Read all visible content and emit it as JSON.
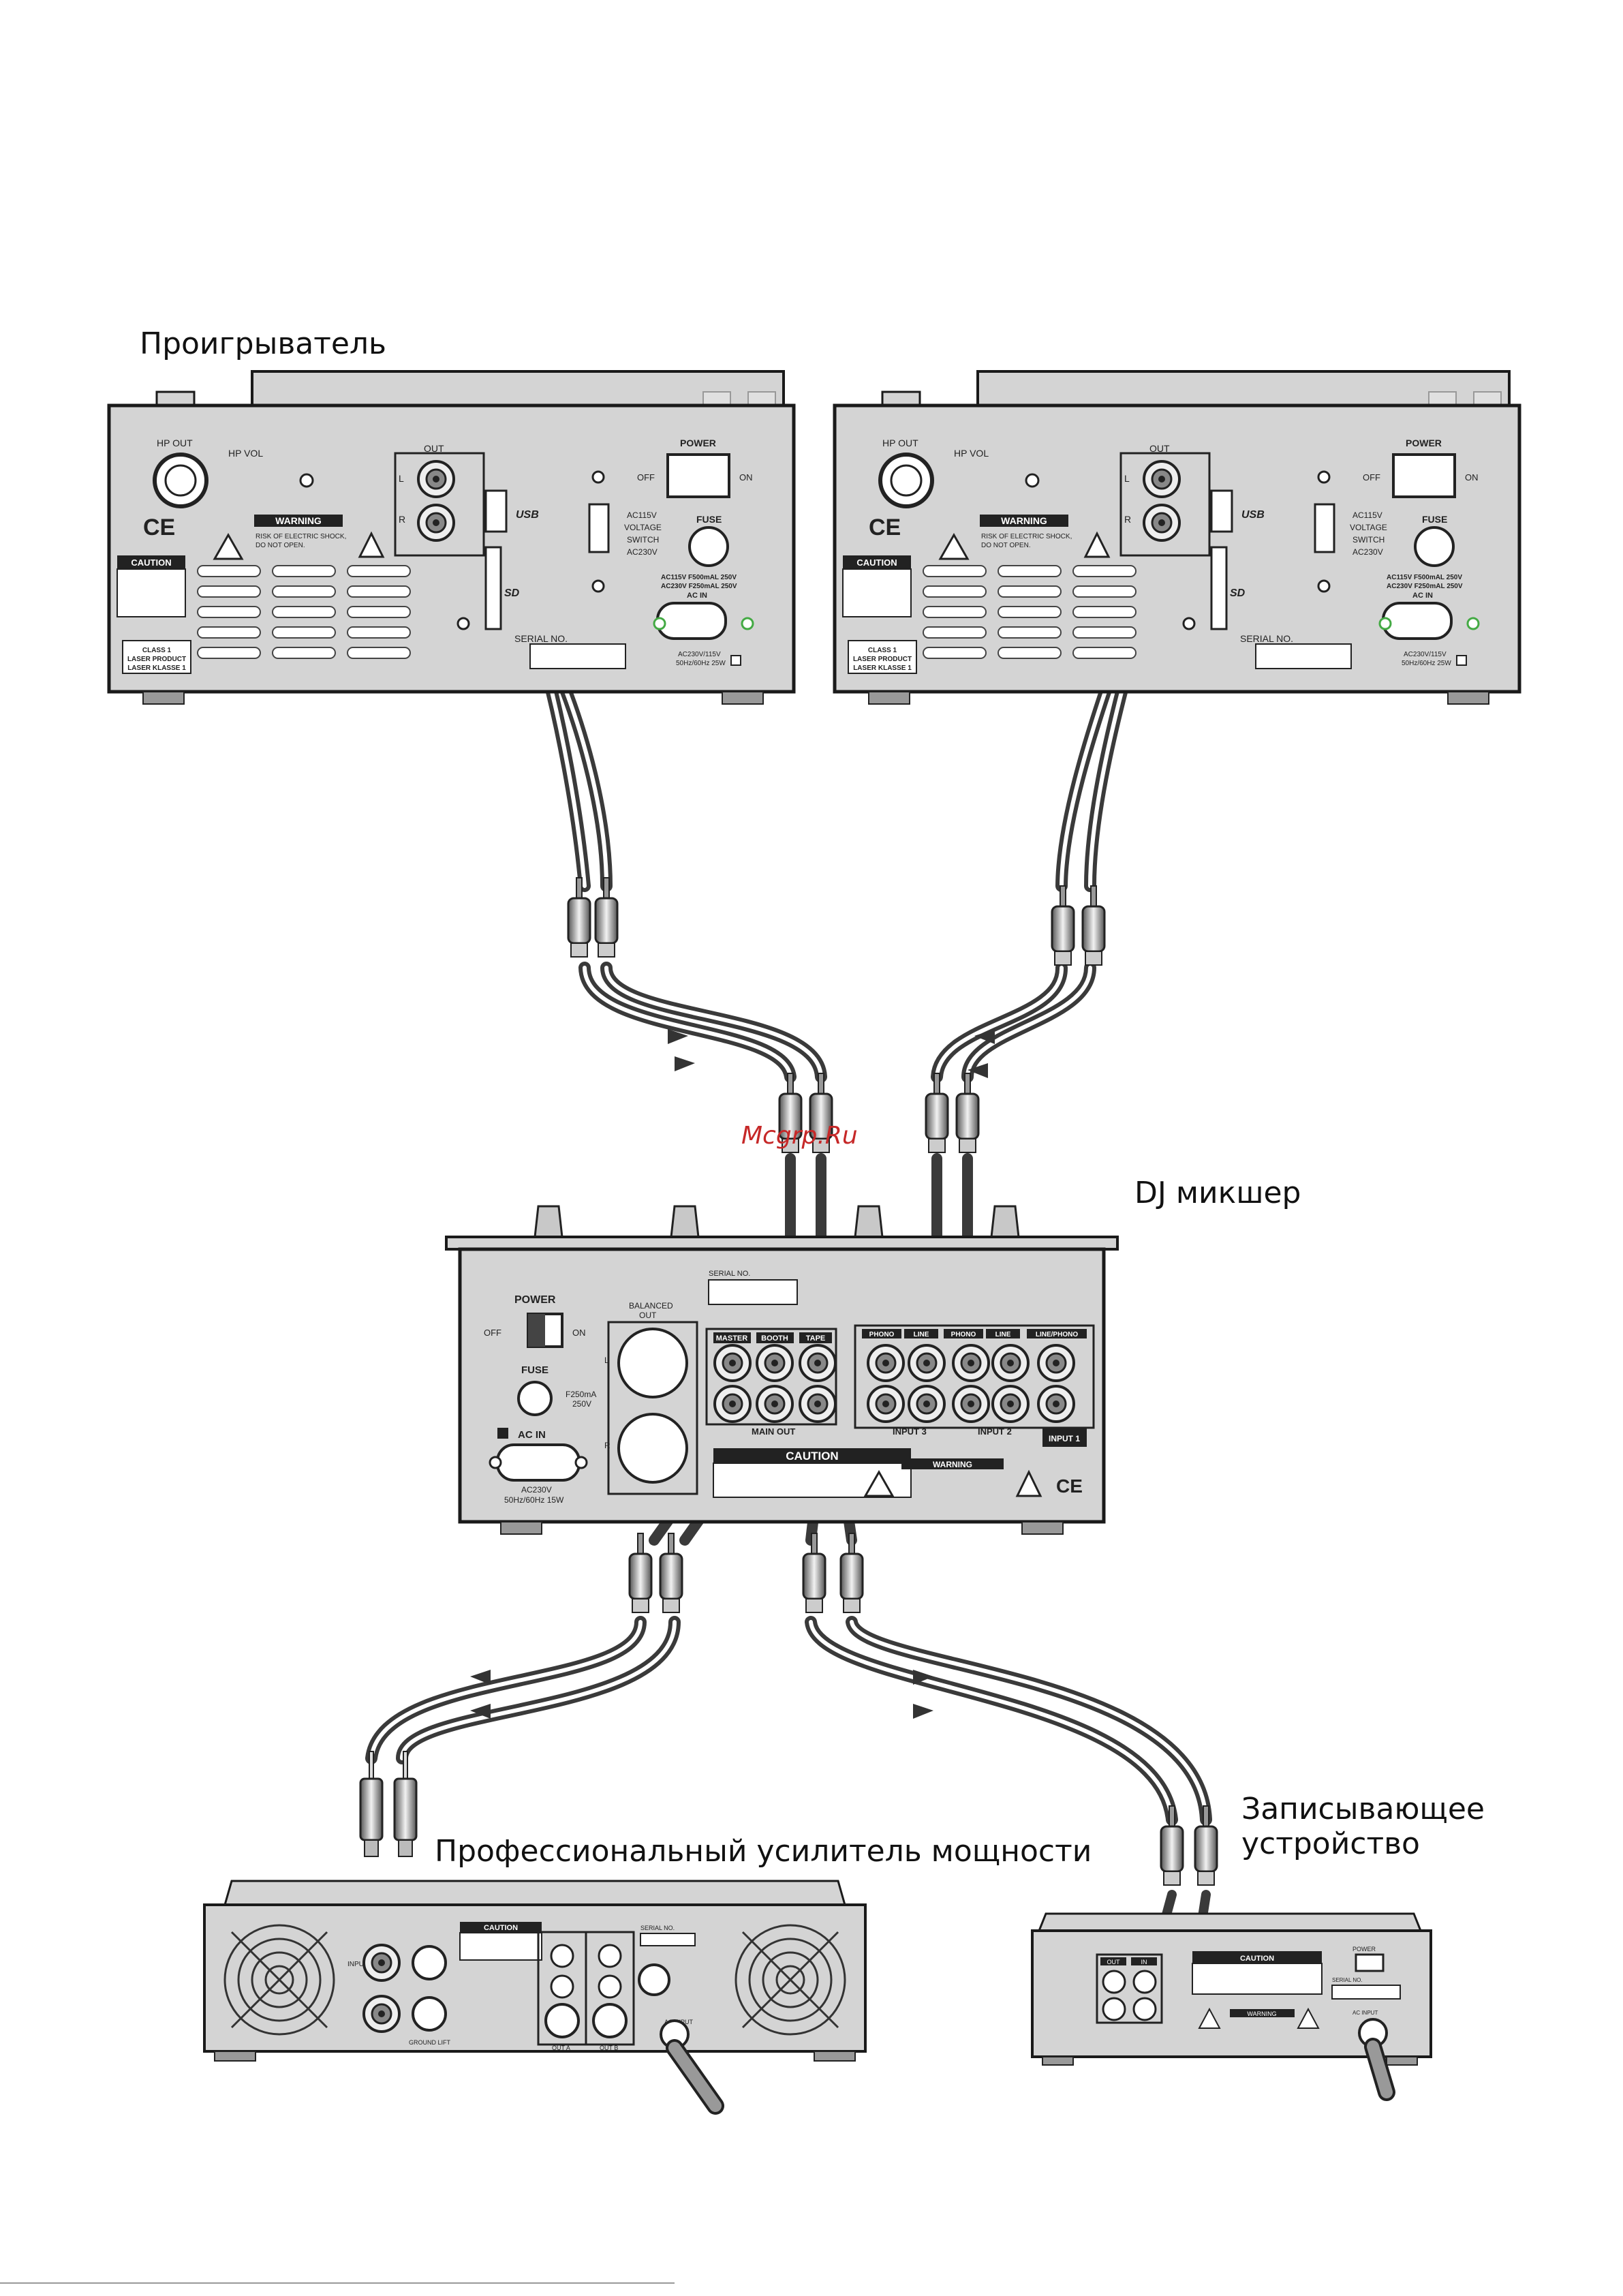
{
  "labels": {
    "player": "Проигрыватель",
    "mixer": "DJ микшер",
    "amplifier": "Профессиональный усилитель мощности",
    "recorder_line1": "Записывающее",
    "recorder_line2": "устройство",
    "watermark": "Mcgrp.Ru"
  },
  "player_panel": {
    "hp_out": "HP OUT",
    "hp_vol": "HP VOL",
    "out": "OUT",
    "l": "L",
    "r": "R",
    "power": "POWER",
    "off": "OFF",
    "on": "ON",
    "fuse": "FUSE",
    "voltage_1": "AC115V",
    "voltage_2": "VOLTAGE",
    "voltage_3": "SWITCH",
    "voltage_4": "AC230V",
    "fuse_spec_1": "AC115V  F500mAL 250V",
    "fuse_spec_2": "AC230V  F250mAL 250V",
    "ac_in": "AC IN",
    "ac_rating_1": "AC230V/115V",
    "ac_rating_2": "50Hz/60Hz 25W",
    "warning": "WARNING",
    "warning_text_1": "RISK OF ELECTRIC SHOCK,",
    "warning_text_2": "DO NOT OPEN.",
    "caution": "CAUTION",
    "laser_1": "CLASS 1",
    "laser_2": "LASER PRODUCT",
    "laser_3": "LASER KLASSE 1",
    "serial": "SERIAL NO.",
    "usb": "USB",
    "sd": "SD",
    "ce": "CE"
  },
  "mixer_panel": {
    "power": "POWER",
    "off": "OFF",
    "on": "ON",
    "fuse": "FUSE",
    "fuse_spec_1": "F250mA",
    "fuse_spec_2": "250V",
    "ac_in": "AC IN",
    "ac_rating_1": "AC230V",
    "ac_rating_2": "50Hz/60Hz 15W",
    "balanced_1": "BALANCED",
    "balanced_2": "OUT",
    "serial": "SERIAL NO.",
    "master": "MASTER",
    "booth": "BOOTH",
    "tape": "TAPE",
    "main_out": "MAIN OUT",
    "phono": "PHONO",
    "line": "LINE",
    "line_phono": "LINE/PHONO",
    "input3": "INPUT 3",
    "input2": "INPUT 2",
    "input1": "INPUT 1",
    "caution": "CAUTION",
    "warning": "WARNING",
    "ce": "CE",
    "l": "L",
    "r": "R"
  },
  "amp_panel": {
    "caution": "CAUTION",
    "serial": "SERIAL NO.",
    "input": "INPUT",
    "ground": "GROUND LIFT",
    "out_a": "OUT A",
    "out_b": "OUT B",
    "ac_input": "AC INPUT"
  },
  "recorder_panel": {
    "caution": "CAUTION",
    "warning": "WARNING",
    "power": "POWER",
    "serial": "SERIAL NO.",
    "out": "OUT",
    "in": "IN",
    "ac_input": "AC INPUT"
  },
  "colors": {
    "panel": "#d4d4d4",
    "outline": "#1a1a1a",
    "cable": "#3a3a3a",
    "cable_inner": "#ffffff",
    "watermark": "#c62828"
  }
}
